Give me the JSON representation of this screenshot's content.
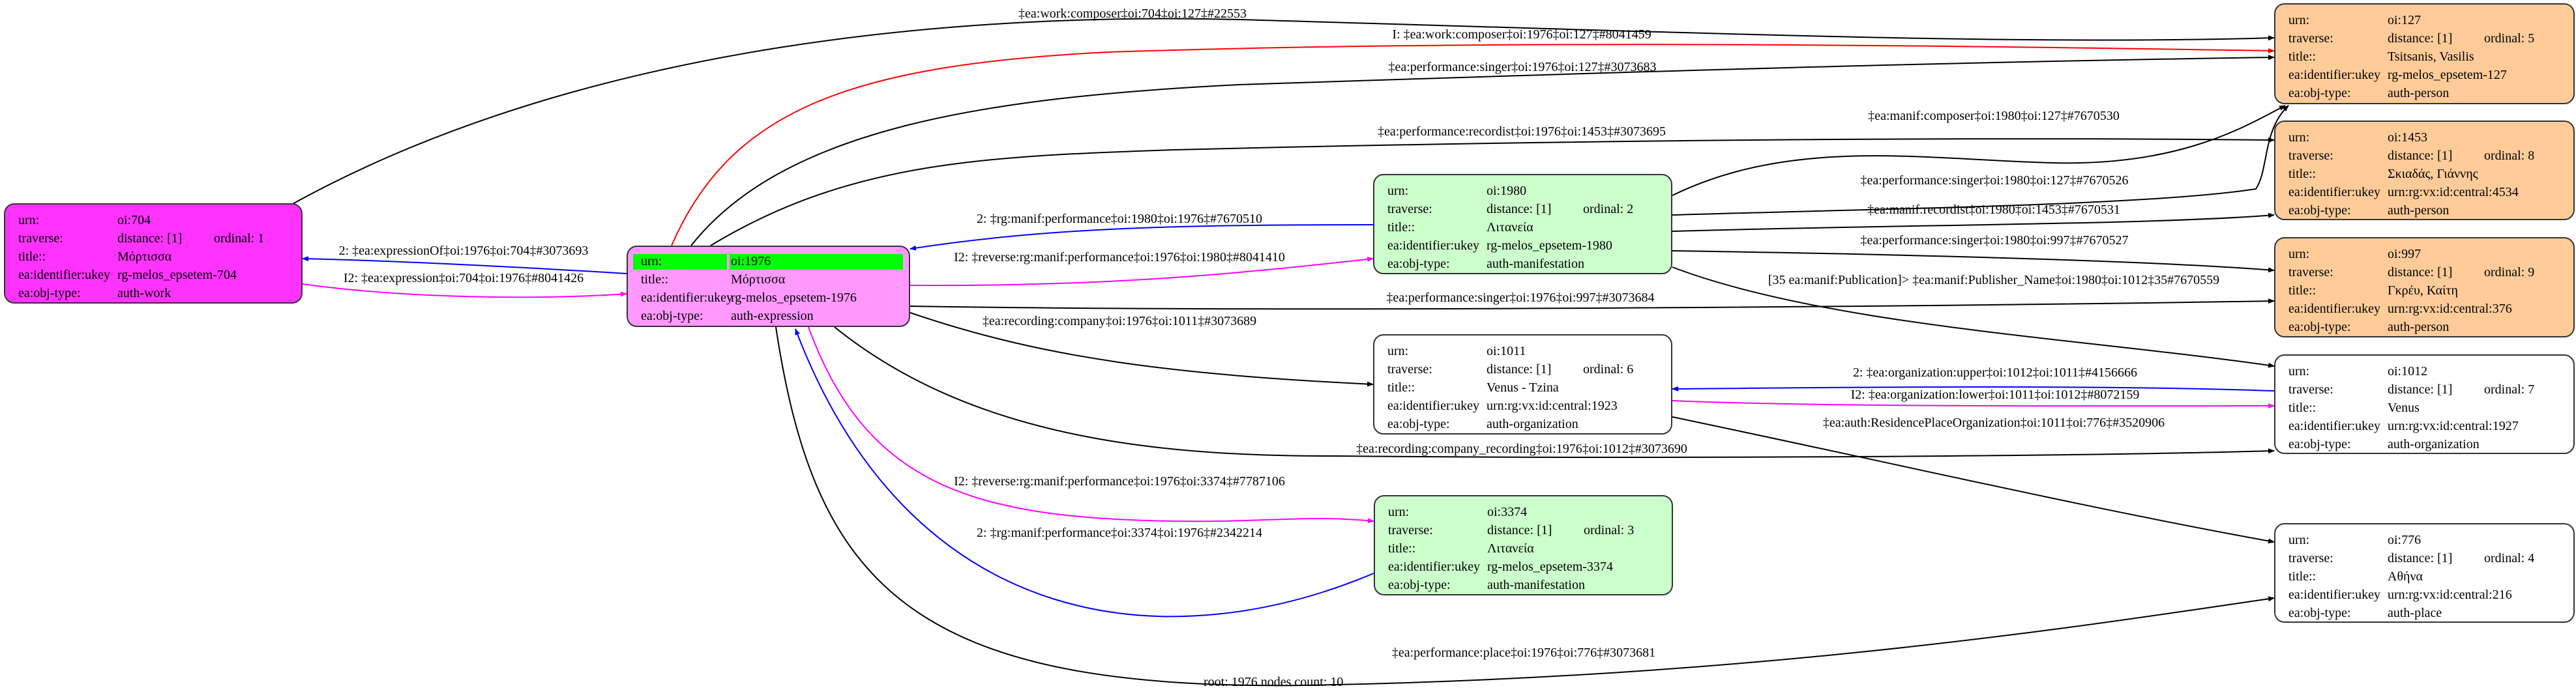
{
  "colors": {
    "work": "#ff33ff",
    "expression": "#ff99ff",
    "highlight": "#00ff00",
    "manifestation": "#ccffcc",
    "person": "#ffcc99",
    "default": "#ffffff",
    "edge_black": "#000000",
    "edge_red": "#ff0000",
    "edge_blue": "#0000ff",
    "edge_magenta": "#ff00ff"
  },
  "row_labels": {
    "urn": "urn:",
    "traverse": "traverse:",
    "title": "title::",
    "ukey": "ea:identifier:ukey",
    "type": "ea:obj-type:"
  },
  "nodes": [
    {
      "id": "704",
      "kind": "work",
      "urn": "oi:704",
      "distance": "distance: [1]",
      "ordinal": "ordinal: 1",
      "title": "Μόρτισσα",
      "ukey": "rg-melos_epsetem-704",
      "type": "auth-work"
    },
    {
      "id": "1976",
      "kind": "expression",
      "root": true,
      "urn": "oi:1976",
      "title": "Μόρτισσα",
      "ukey": "rg-melos_epsetem-1976",
      "type": "auth-expression"
    },
    {
      "id": "1980",
      "kind": "manifestation",
      "urn": "oi:1980",
      "distance": "distance: [1]",
      "ordinal": "ordinal: 2",
      "title": "Λιτανεία",
      "ukey": "rg-melos_epsetem-1980",
      "type": "auth-manifestation"
    },
    {
      "id": "1011",
      "kind": "default",
      "urn": "oi:1011",
      "distance": "distance: [1]",
      "ordinal": "ordinal: 6",
      "title": "Venus - Tzina",
      "ukey": "urn:rg:vx:id:central:1923",
      "type": "auth-organization"
    },
    {
      "id": "3374",
      "kind": "manifestation",
      "urn": "oi:3374",
      "distance": "distance: [1]",
      "ordinal": "ordinal: 3",
      "title": "Λιτανεία",
      "ukey": "rg-melos_epsetem-3374",
      "type": "auth-manifestation"
    },
    {
      "id": "127",
      "kind": "person",
      "urn": "oi:127",
      "distance": "distance: [1]",
      "ordinal": "ordinal: 5",
      "title": "Tsitsanis, Vasilis",
      "ukey": "rg-melos_epsetem-127",
      "type": "auth-person"
    },
    {
      "id": "1453",
      "kind": "person",
      "urn": "oi:1453",
      "distance": "distance: [1]",
      "ordinal": "ordinal: 8",
      "title": "Σκιαδάς, Γιάννης",
      "ukey": "urn:rg:vx:id:central:4534",
      "type": "auth-person"
    },
    {
      "id": "997",
      "kind": "person",
      "urn": "oi:997",
      "distance": "distance: [1]",
      "ordinal": "ordinal: 9",
      "title": "Γκρέυ, Καίτη",
      "ukey": "urn:rg:vx:id:central:376",
      "type": "auth-person"
    },
    {
      "id": "1012",
      "kind": "default",
      "urn": "oi:1012",
      "distance": "distance: [1]",
      "ordinal": "ordinal: 7",
      "title": "Venus",
      "ukey": "urn:rg:vx:id:central:1927",
      "type": "auth-organization"
    },
    {
      "id": "776",
      "kind": "default",
      "urn": "oi:776",
      "distance": "distance: [1]",
      "ordinal": "ordinal: 4",
      "title": "Αθήνα",
      "ukey": "urn:rg:vx:id:central:216",
      "type": "auth-place"
    }
  ],
  "edges": [
    {
      "from": "704",
      "to": "127",
      "color": "edge_black",
      "label": "‡ea:work:composer‡oi:704‡oi:127‡#22553"
    },
    {
      "from": "1976",
      "to": "127",
      "color": "edge_red",
      "label": "I: ‡ea:work:composer‡oi:1976‡oi:127‡#8041459"
    },
    {
      "from": "1976",
      "to": "127",
      "color": "edge_black",
      "label": "‡ea:performance:singer‡oi:1976‡oi:127‡#3073683"
    },
    {
      "from": "1976",
      "to": "1453",
      "color": "edge_black",
      "label": "‡ea:performance:recordist‡oi:1976‡oi:1453‡#3073695"
    },
    {
      "from": "1980",
      "to": "127",
      "color": "edge_black",
      "label": "‡ea:manif:composer‡oi:1980‡oi:127‡#7670530"
    },
    {
      "from": "1980",
      "to": "127",
      "color": "edge_black",
      "label": "‡ea:performance:singer‡oi:1980‡oi:127‡#7670526"
    },
    {
      "from": "1980",
      "to": "1453",
      "color": "edge_black",
      "label": "‡ea:manif:recordist‡oi:1980‡oi:1453‡#7670531"
    },
    {
      "from": "1980",
      "to": "997",
      "color": "edge_black",
      "label": "‡ea:performance:singer‡oi:1980‡oi:997‡#7670527"
    },
    {
      "from": "1980",
      "to": "1012",
      "color": "edge_black",
      "label": "[35 ea:manif:Publication]> ‡ea:manif:Publisher_Name‡oi:1980‡oi:1012‡35#7670559"
    },
    {
      "from": "1976",
      "to": "997",
      "color": "edge_black",
      "label": "‡ea:performance:singer‡oi:1976‡oi:997‡#3073684"
    },
    {
      "from": "1976",
      "to": "1011",
      "color": "edge_black",
      "label": "‡ea:recording:company‡oi:1976‡oi:1011‡#3073689"
    },
    {
      "from": "1976",
      "to": "1012",
      "color": "edge_black",
      "label": "‡ea:recording:company_recording‡oi:1976‡oi:1012‡#3073690"
    },
    {
      "from": "1976",
      "to": "776",
      "color": "edge_black",
      "label": "‡ea:performance:place‡oi:1976‡oi:776‡#3073681"
    },
    {
      "from": "3374",
      "to": "1976",
      "color": "edge_blue",
      "label": "2: ‡rg:manif:performance‡oi:3374‡oi:1976‡#2342214"
    },
    {
      "from": "1976",
      "to": "3374",
      "color": "edge_magenta",
      "label": "I2: ‡reverse:rg:manif:performance‡oi:1976‡oi:3374‡#7787106"
    },
    {
      "from": "1980",
      "to": "1976",
      "color": "edge_blue",
      "label": "2: ‡rg:manif:performance‡oi:1980‡oi:1976‡#7670510"
    },
    {
      "from": "1976",
      "to": "1980",
      "color": "edge_magenta",
      "label": "I2: ‡reverse:rg:manif:performance‡oi:1976‡oi:1980‡#8041410"
    },
    {
      "from": "1976",
      "to": "704",
      "color": "edge_blue",
      "label": "2: ‡ea:expressionOf‡oi:1976‡oi:704‡#3073693"
    },
    {
      "from": "704",
      "to": "1976",
      "color": "edge_magenta",
      "label": "I2: ‡ea:expression‡oi:704‡oi:1976‡#8041426"
    },
    {
      "from": "1012",
      "to": "1011",
      "color": "edge_blue",
      "label": "2: ‡ea:organization:upper‡oi:1012‡oi:1011‡#4156666"
    },
    {
      "from": "1011",
      "to": "1012",
      "color": "edge_magenta",
      "label": "I2: ‡ea:organization:lower‡oi:1011‡oi:1012‡#8072159"
    },
    {
      "from": "1011",
      "to": "776",
      "color": "edge_black",
      "label": "‡ea:auth:ResidencePlaceOrganization‡oi:1011‡oi:776‡#3520906"
    }
  ],
  "footer": "root: 1976 nodes count: 10"
}
